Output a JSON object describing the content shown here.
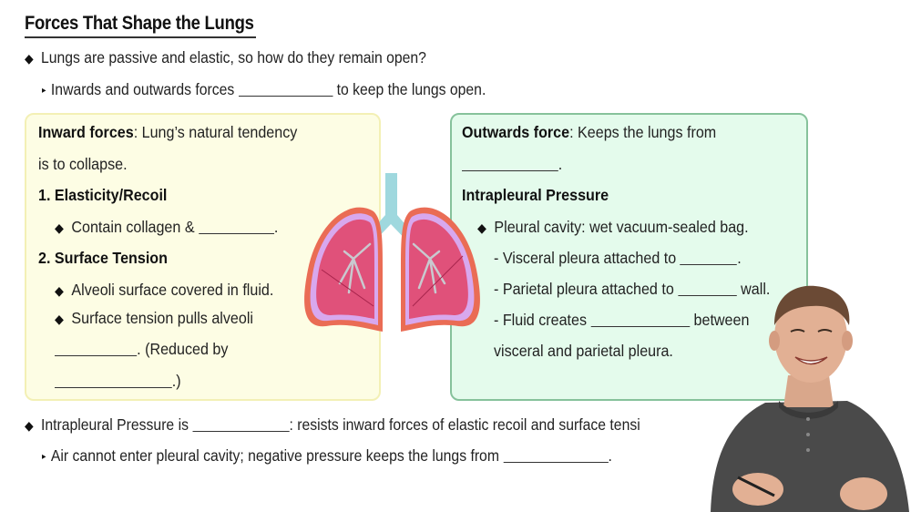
{
  "title": "Forces That Shape the Lungs",
  "intro": {
    "bullet1": "Lungs are passive and elastic, so how do they remain open?",
    "sub1_before": "Inwards and outwards forces",
    "sub1_after": "to keep the lungs open."
  },
  "inward_box": {
    "heading_bold": "Inward forces",
    "heading_rest": ": Lung’s natural tendency",
    "heading_line2": "is to collapse.",
    "item1_title": "1. Elasticity/Recoil",
    "item1_bullet_before": "Contain collagen &",
    "item1_bullet_after": ".",
    "item2_title": "2. Surface Tension",
    "item2_bullet1": "Alveoli surface covered in fluid.",
    "item2_bullet2": "Surface tension pulls alveoli",
    "item2_line3_after": ". (Reduced by",
    "item2_line4_after": ".)",
    "bg_color": "#fdfde4",
    "border_color": "#f3f0b5"
  },
  "outward_box": {
    "heading_bold": "Outwards force",
    "heading_rest": ": Keeps the lungs from",
    "heading_line2_after": ".",
    "subtitle": "Intrapleural Pressure",
    "bullet1": "Pleural cavity: wet vacuum-sealed bag.",
    "dash1_before": "- Visceral pleura attached to",
    "dash1_after": ".",
    "dash2_before": "- Parietal pleura attached to",
    "dash2_after": "wall.",
    "dash3_before": "- Fluid creates",
    "dash3_after": "between",
    "dash3_line2": "visceral and parietal pleura.",
    "bg_color": "#e4fbec",
    "border_color": "#86c29b"
  },
  "bottom": {
    "bullet_before": "Intrapleural Pressure is",
    "bullet_after": ": resists inward forces of elastic recoil and surface tensi",
    "sub_before": "Air cannot enter pleural cavity; negative pressure keeps the lungs from",
    "sub_after": "."
  },
  "icons": {
    "diamond": "◆",
    "triangle": "▸"
  },
  "illustration": {
    "name": "lungs-diagram",
    "lung_color": "#e0517a",
    "pleura_color": "#d8a8ee",
    "outer_color": "#ea6c55",
    "trachea_color": "#9fd8de"
  }
}
